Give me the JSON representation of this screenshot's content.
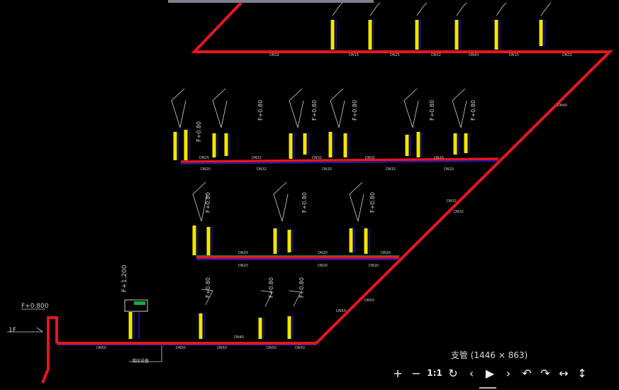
{
  "viewer": {
    "title": "支管 (1446 × 863)",
    "toolbar": [
      {
        "name": "zoom-in-button",
        "glyph": "+"
      },
      {
        "name": "zoom-out-button",
        "glyph": "−"
      },
      {
        "name": "actual-size-button",
        "glyph": "1:1"
      },
      {
        "name": "reset-button",
        "glyph": "↻"
      },
      {
        "name": "previous-button",
        "glyph": "‹"
      },
      {
        "name": "play-button",
        "glyph": "▶"
      },
      {
        "name": "next-button",
        "glyph": "›"
      },
      {
        "name": "rotate-left-button",
        "glyph": "↶"
      },
      {
        "name": "rotate-right-button",
        "glyph": "↷"
      },
      {
        "name": "flip-horizontal-button",
        "glyph": "↔"
      },
      {
        "name": "flip-vertical-button",
        "glyph": "↕"
      }
    ]
  },
  "drawing": {
    "floor_label": "1F",
    "level_labels": [
      "F+0.800",
      "F+1.200",
      "F+0.80"
    ],
    "note_label": "增压设备",
    "pipe_labels": [
      "DN20",
      "DN15",
      "DN25",
      "DN32",
      "DN40",
      "DN50"
    ],
    "colors": {
      "main_pipe": "#e8161c",
      "fixture": "#f2e600",
      "branch": "#1a1ab0",
      "green": "#1fa84a",
      "line": "#d0d0d0"
    }
  }
}
